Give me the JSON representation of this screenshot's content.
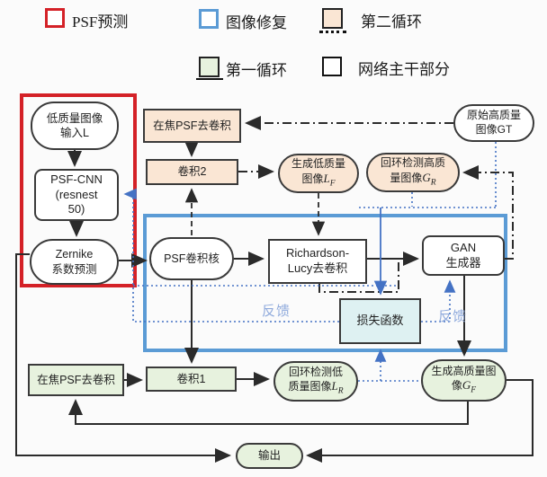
{
  "colors": {
    "red_frame": "#d42127",
    "blue_frame": "#5b9bd5",
    "peach_fill": "#fae6d4",
    "green_fill": "#e7f2de",
    "cyan_fill": "#def1f2",
    "blue_line": "#4472c4",
    "feedback_text": "#8faadc",
    "node_border": "#3a3a3a",
    "arrow_black": "#2b2b2b",
    "background": "#fbfbfb"
  },
  "legend": {
    "psf_pred": "PSF预测",
    "img_restore": "图像修复",
    "second_loop": "第二循环",
    "first_loop": "第一循环",
    "backbone": "网络主干部分"
  },
  "nodes": {
    "input_l": {
      "line1": "低质量图像",
      "line2": "输入L"
    },
    "psf_cnn": {
      "line1": "PSF-CNN",
      "line2": "(resnest",
      "line3": "50)"
    },
    "zernike": {
      "line1": "Zernike",
      "line2": "系数预测"
    },
    "defocus_deconv_top": {
      "label": "在焦PSF去卷积"
    },
    "conv2": {
      "label": "卷积2"
    },
    "gen_low": {
      "line1": "生成低质量",
      "line2": "图像",
      "var": "L",
      "sub": "F"
    },
    "loop_high": {
      "line1": "回环检测高质",
      "line2": "量图像",
      "var": "G",
      "sub": "R"
    },
    "gt": {
      "line1": "原始高质量",
      "line2": "图像GT"
    },
    "psf_kernel": {
      "label": "PSF卷积核"
    },
    "rl": {
      "line1": "Richardson-",
      "line2": "Lucy去卷积"
    },
    "gan": {
      "line1": "GAN",
      "line2": "生成器"
    },
    "loss": {
      "label": "损失函数"
    },
    "defocus_deconv_bottom": {
      "label": "在焦PSF去卷积"
    },
    "conv1": {
      "label": "卷积1"
    },
    "loop_low": {
      "line1": "回环检测低",
      "line2": "质量图像",
      "var": "L",
      "sub": "R"
    },
    "gen_high": {
      "line1": "生成高质量图",
      "line2": "像",
      "var": "G",
      "sub": "F"
    },
    "output": {
      "label": "输出"
    }
  },
  "labels": {
    "feedback_left": "反馈",
    "feedback_right": "反馈"
  },
  "edges": [
    {
      "from": "低质量图像输入L",
      "to": "PSF-CNN",
      "style": "solid"
    },
    {
      "from": "PSF-CNN",
      "to": "Zernike系数预测",
      "style": "solid"
    },
    {
      "from": "Zernike系数预测",
      "to": "PSF卷积核",
      "style": "solid"
    },
    {
      "from": "Zernike系数预测",
      "to": "输出",
      "style": "solid"
    },
    {
      "from": "原始高质量图像GT",
      "to": "在焦PSF去卷积(第二循环)",
      "style": "dash-dot"
    },
    {
      "from": "在焦PSF去卷积(第二循环)",
      "to": "卷积2",
      "style": "solid"
    },
    {
      "from": "PSF卷积核",
      "to": "卷积2",
      "style": "dashed"
    },
    {
      "from": "卷积2",
      "to": "生成低质量图像LF",
      "style": "dash-dot"
    },
    {
      "from": "生成低质量图像LF",
      "to": "Richardson-Lucy去卷积",
      "style": "dashed"
    },
    {
      "from": "PSF卷积核",
      "to": "Richardson-Lucy去卷积",
      "style": "solid"
    },
    {
      "from": "Richardson-Lucy去卷积",
      "to": "GAN生成器",
      "style": "solid"
    },
    {
      "from": "Richardson-Lucy去卷积",
      "to": "GAN生成器",
      "style": "dash-dot"
    },
    {
      "from": "GAN生成器",
      "to": "回环检测高质量图像GR",
      "style": "dash-dot"
    },
    {
      "from": "GAN生成器",
      "to": "生成高质量图像GF",
      "style": "solid"
    },
    {
      "from": "PSF卷积核",
      "to": "卷积1",
      "style": "solid"
    },
    {
      "from": "在焦PSF去卷积(第一循环)",
      "to": "卷积1",
      "style": "solid"
    },
    {
      "from": "卷积1",
      "to": "回环检测低质量图像LR",
      "style": "solid"
    },
    {
      "from": "生成高质量图像GF",
      "to": "在焦PSF去卷积(第一循环)",
      "style": "solid"
    },
    {
      "from": "生成高质量图像GF",
      "to": "输出",
      "style": "solid"
    },
    {
      "from": "原始高质量图像GT",
      "to": "损失函数",
      "style": "dotted-blue"
    },
    {
      "from": "回环检测高质量图像GR",
      "to": "损失函数",
      "style": "dotted-blue"
    },
    {
      "from": "回环检测低质量图像LR",
      "to": "损失函数",
      "style": "dotted-blue"
    },
    {
      "from": "损失函数",
      "to": "GAN生成器",
      "style": "dotted-blue",
      "label": "反馈"
    },
    {
      "from": "损失函数",
      "to": "PSF-CNN",
      "style": "dotted-blue",
      "label": "反馈"
    }
  ]
}
